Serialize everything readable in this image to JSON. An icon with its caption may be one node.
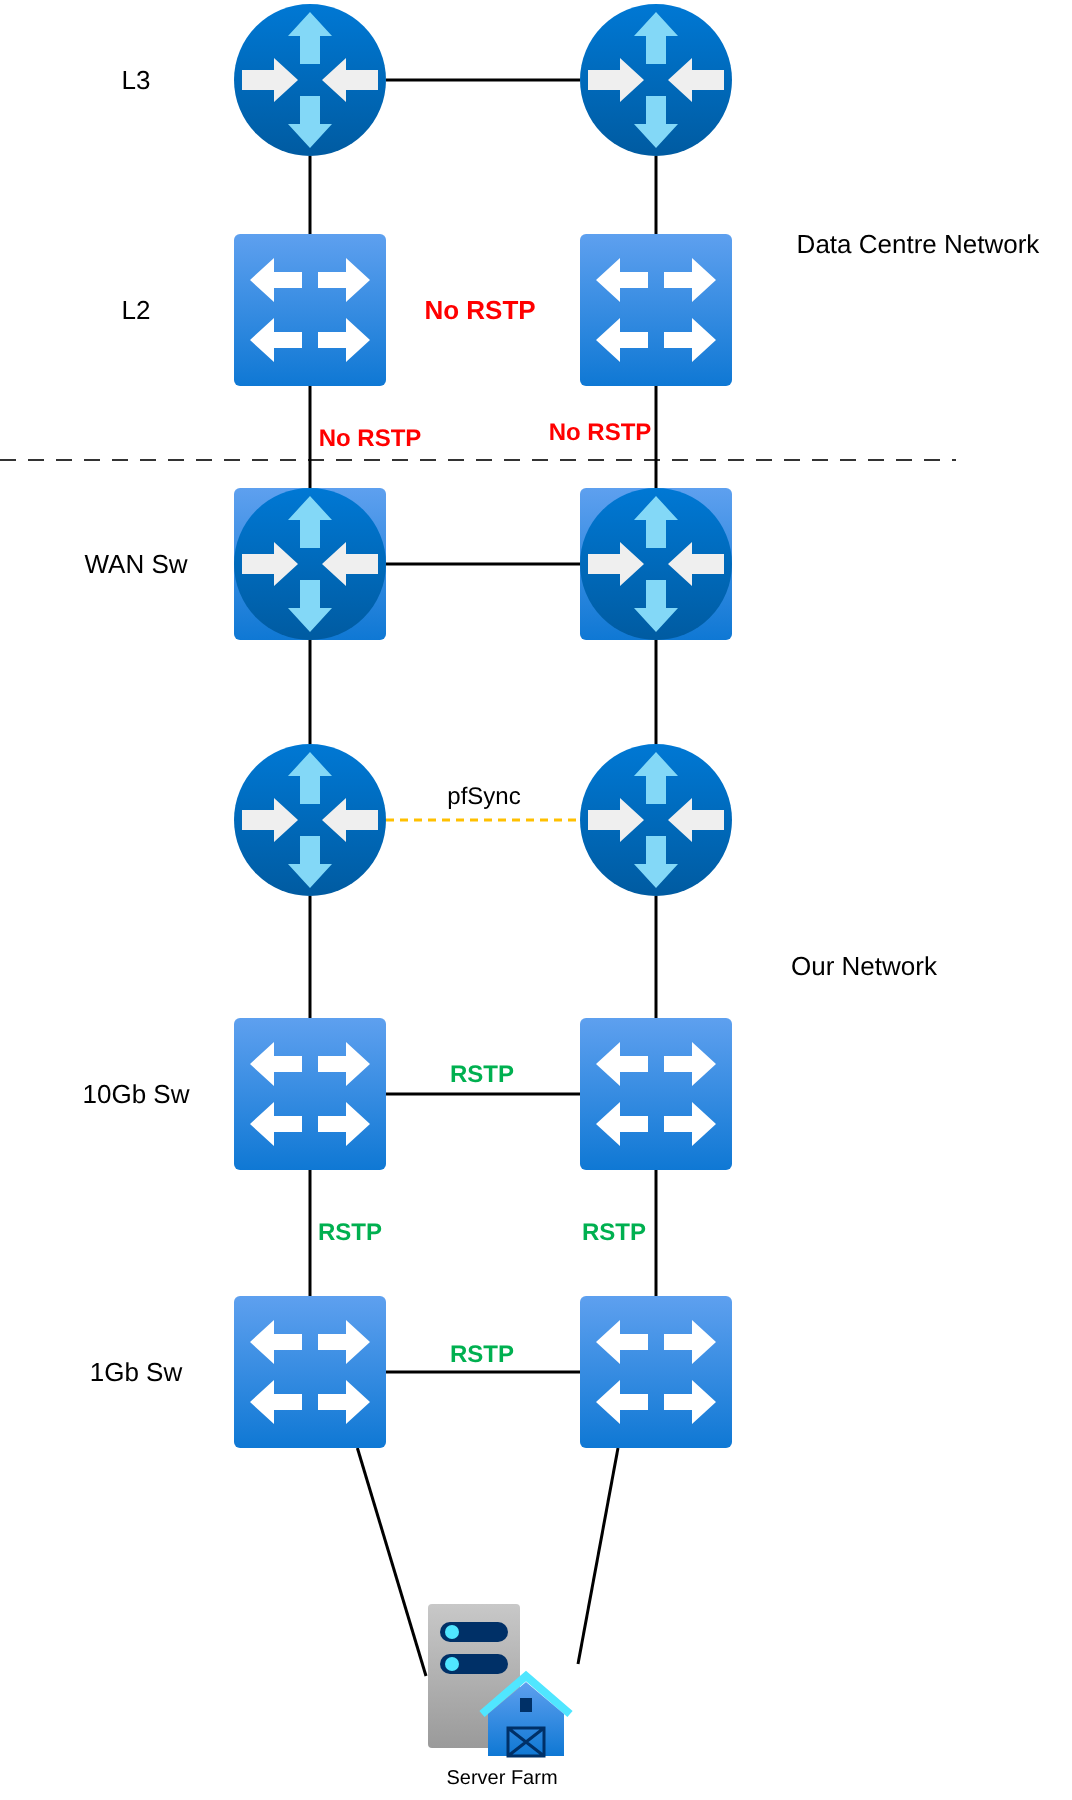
{
  "diagram": {
    "nodes": [
      {
        "text": [],
        "shape": "circle"
      },
      {
        "text": [],
        "shape": "circle"
      },
      {
        "text": [],
        "shape": "box"
      },
      {
        "text": [],
        "shape": "box"
      },
      {
        "text": [],
        "shape": "box"
      },
      {
        "text": [],
        "shape": "box"
      },
      {
        "text": [],
        "shape": "circle"
      },
      {
        "text": [],
        "shape": "circle"
      },
      {
        "text": [],
        "shape": "box"
      },
      {
        "text": [],
        "shape": "box"
      },
      {
        "text": [],
        "shape": "box"
      },
      {
        "text": [],
        "shape": "box"
      },
      {
        "text": [
          "Server Farm"
        ]
      }
    ],
    "edges": [
      {
        "from": 0,
        "to": 1,
        "arrow": "none"
      },
      {
        "from": 0,
        "to": 2,
        "arrow": "none"
      },
      {
        "from": 1,
        "to": 3,
        "arrow": "none"
      },
      {
        "from": 2,
        "to": 4,
        "arrow": "none",
        "label": "No RSTP"
      },
      {
        "from": 3,
        "to": 5,
        "arrow": "none",
        "label": "No RSTP"
      },
      {
        "from": 4,
        "to": 5,
        "arrow": "none"
      },
      {
        "from": 4,
        "to": 6,
        "arrow": "none"
      },
      {
        "from": 5,
        "to": 7,
        "arrow": "none"
      },
      {
        "from": 6,
        "to": 7,
        "arrow": "none",
        "label": "pfSync",
        "style": "dashed",
        "color": "#ffc000"
      },
      {
        "from": 6,
        "to": 8,
        "arrow": "none"
      },
      {
        "from": 7,
        "to": 9,
        "arrow": "none"
      },
      {
        "from": 8,
        "to": 9,
        "arrow": "none",
        "label": "RSTP"
      },
      {
        "from": 8,
        "to": 10,
        "arrow": "none",
        "label": "RSTP"
      },
      {
        "from": 9,
        "to": 11,
        "arrow": "none",
        "label": "RSTP"
      },
      {
        "from": 10,
        "to": 11,
        "arrow": "none",
        "label": "RSTP"
      },
      {
        "from": 10,
        "to": 12,
        "arrow": "none"
      },
      {
        "from": 11,
        "to": 12,
        "arrow": "none"
      }
    ],
    "labels": [
      "L3",
      "L2",
      "No RSTP",
      "Data Centre Network",
      "WAN Sw",
      "Our Network",
      "10Gb Sw",
      "1Gb Sw"
    ]
  }
}
